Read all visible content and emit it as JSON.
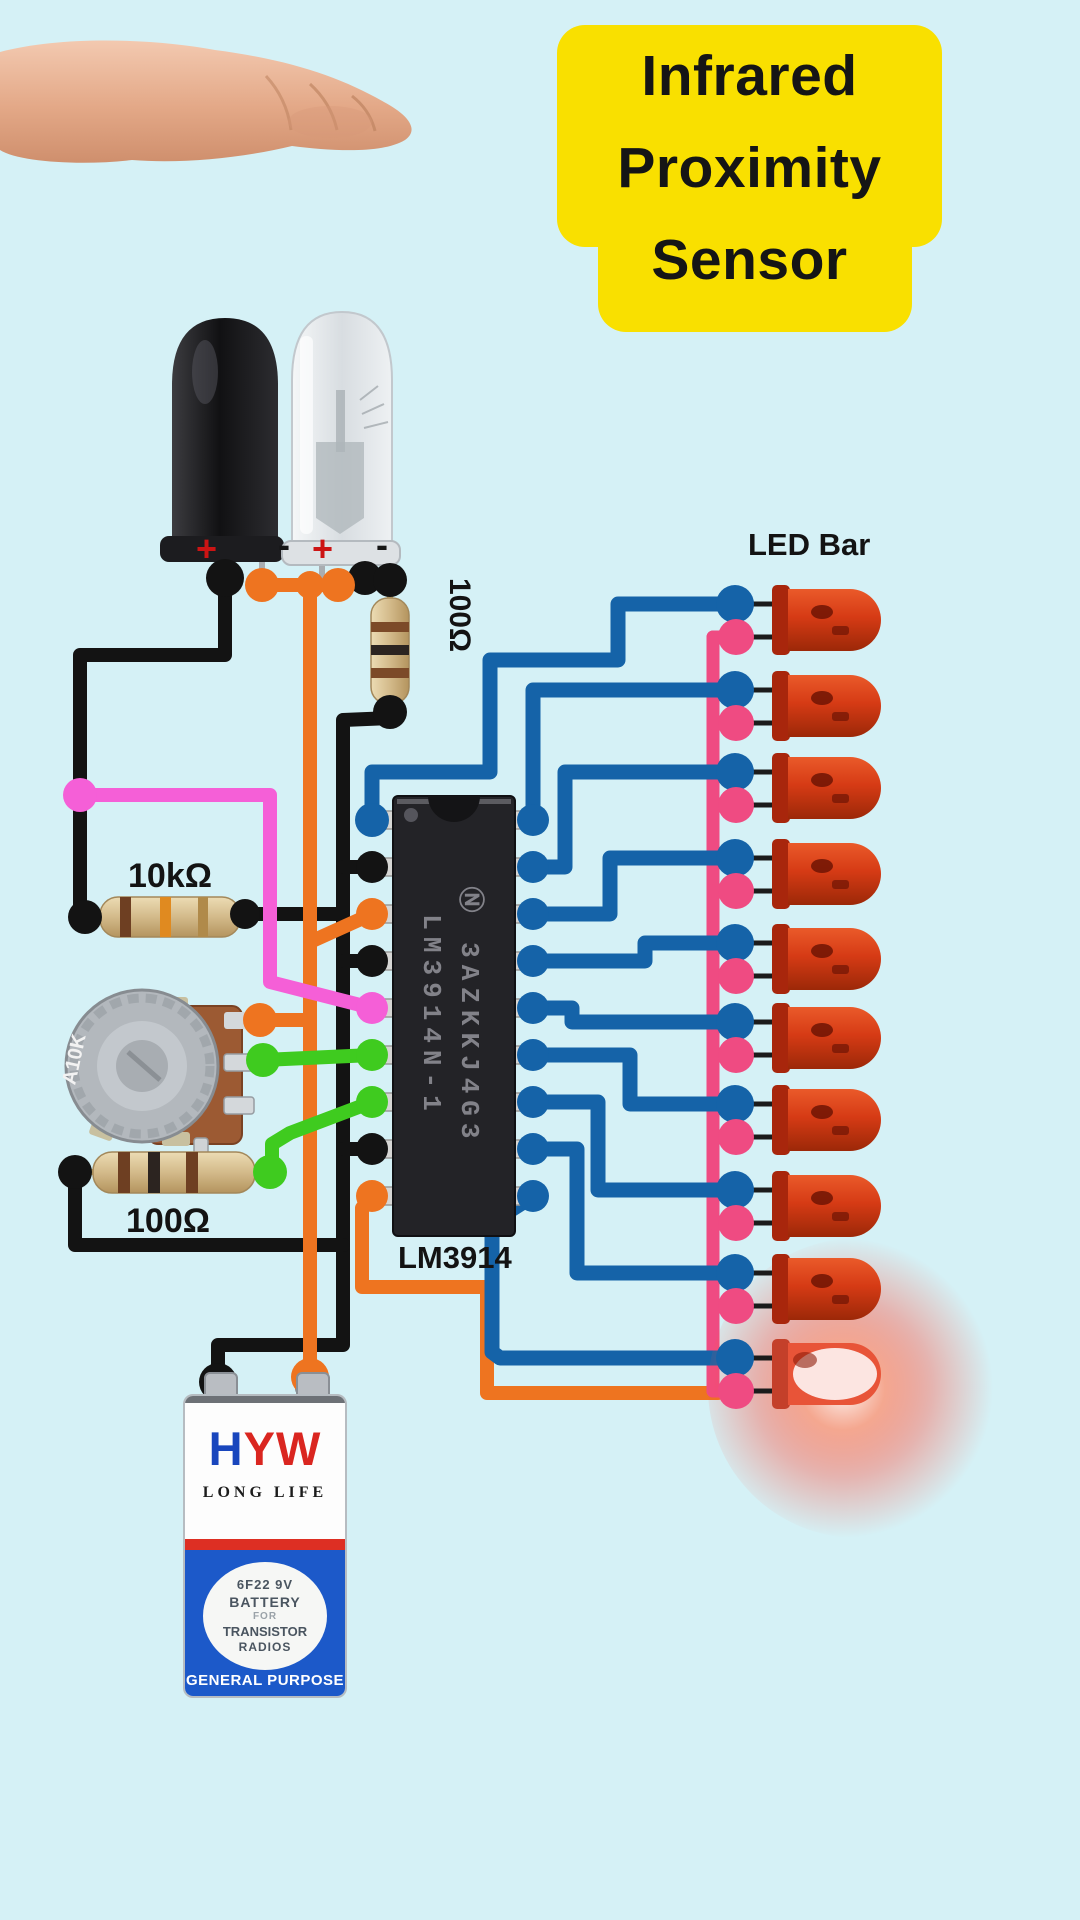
{
  "background_color": "#d5f1f6",
  "title_card": {
    "bg_color": "#f9e000",
    "text_color": "#151515",
    "lines": [
      "Infrared",
      "Proximity",
      "Sensor"
    ]
  },
  "sensor": {
    "receiver_plus": "+",
    "receiver_minus": "-",
    "emitter_plus": "+",
    "emitter_minus": "-"
  },
  "components": {
    "resistor_top_label": "100Ω",
    "resistor_mid_label": "10kΩ",
    "resistor_bottom_label": "100Ω",
    "potentiometer_label": "A10K",
    "ic_caption": "LM3914",
    "ic_logo": "Ⓝ",
    "ic_marking_line1": "3AZKKJ4G3",
    "ic_marking_line2": "LM3914N-1",
    "led_bar_label": "LED Bar",
    "led_count": 10,
    "lit_led_index": 10
  },
  "battery": {
    "brand_first_letter": "H",
    "brand_rest": "YW",
    "tagline": "LONG LIFE",
    "oval_line1": "6F22 9V",
    "oval_line2": "BATTERY",
    "oval_line3": "FOR",
    "oval_line4": "TRANSISTOR",
    "oval_line5": "RADIOS",
    "footer": "GENERAL PURPOSE"
  },
  "wire_colors": {
    "ground_black": "#131313",
    "power_orange": "#ee7420",
    "signal_magenta": "#f55fd7",
    "anode_rail_pink": "#ef4b82",
    "led_outputs_blue": "#1563a8",
    "reference_green": "#3fcb1f"
  }
}
